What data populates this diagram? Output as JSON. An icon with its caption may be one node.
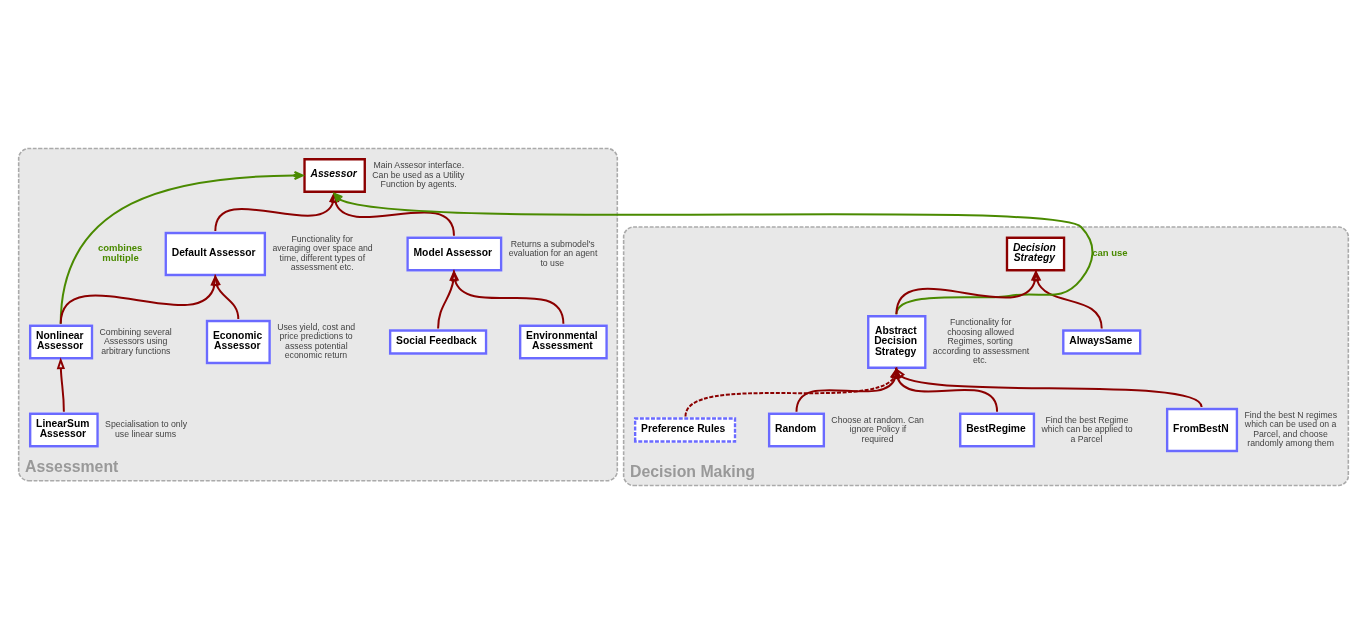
{
  "diagram": {
    "nodes": [
      {
        "text": [
          "Assessment"
        ]
      },
      {
        "text": [
          "Decision Making"
        ]
      },
      {
        "text": [
          "Assessor"
        ],
        "in": 0,
        "beside": [
          "Main Assesor interface. Can be used as a Utility Function by agents."
        ]
      },
      {
        "text": [
          "Model Assessor"
        ],
        "in": 0,
        "beside": [
          "Returns a submodel's evaluation for an agent to use"
        ]
      },
      {
        "text": [
          "Default Assessor"
        ],
        "in": 0,
        "beside": [
          "Functionality for averaging over space and time, different types of assessment etc."
        ]
      },
      {
        "text": [
          "Environmental Assessment"
        ],
        "in": 0
      },
      {
        "text": [
          "Nonlinear Assessor"
        ],
        "in": 0,
        "beside": [
          "Combining several Assessors using arbitrary functions"
        ]
      },
      {
        "text": [
          "Social Feedback"
        ],
        "in": 0
      },
      {
        "text": [
          "Economic Assessor"
        ],
        "in": 0,
        "beside": [
          "Uses yield, cost and price predictions to assess potential economic return"
        ]
      },
      {
        "text": [
          "LinearSum Assessor"
        ],
        "in": 0,
        "beside": [
          "Specialisation to only use linear sums"
        ]
      },
      {
        "text": [
          "Decision Strategy"
        ],
        "in": 1
      },
      {
        "text": [
          "AlwaysSame"
        ],
        "in": 1
      },
      {
        "text": [
          "Abstract Decision Strategy"
        ],
        "in": 1,
        "beside": [
          "Functionality for choosing allowed Regimes, sorting according to assessment etc."
        ]
      },
      {
        "text": [
          "FromBestN"
        ],
        "in": 1,
        "beside": [
          "Find the best N regimes which can be used on a Parcel, and choose randomly among them"
        ]
      },
      {
        "text": [
          "BestRegime"
        ],
        "in": 1,
        "beside": [
          "Find the best Regime which can be applied to a Parcel"
        ]
      },
      {
        "text": [
          "Random"
        ],
        "in": 1,
        "beside": [
          "Choose at random. Can ignore Policy if required"
        ]
      },
      {
        "text": [
          "Preference Rules"
        ],
        "in": 1
      }
    ],
    "edges": [
      {
        "from": 3,
        "to": 2,
        "arrow": "to"
      },
      {
        "from": 4,
        "to": 2,
        "arrow": "to"
      },
      {
        "from": 6,
        "to": 4,
        "arrow": "to"
      },
      {
        "from": 9,
        "to": 6,
        "arrow": "to"
      },
      {
        "from": 5,
        "to": 3,
        "arrow": "to"
      },
      {
        "from": 7,
        "to": 3,
        "arrow": "to"
      },
      {
        "from": 8,
        "to": 4,
        "arrow": "to"
      },
      {
        "from": 6,
        "to": 2,
        "arrow": "to",
        "label": "combines multiple",
        "color": "#4a8a00"
      },
      {
        "from": 12,
        "to": 2,
        "arrow": "to",
        "label": "can use",
        "color": "#4a8a00"
      },
      {
        "from": 11,
        "to": 10,
        "arrow": "to"
      },
      {
        "from": 12,
        "to": 10,
        "arrow": "to"
      },
      {
        "from": 13,
        "to": 12,
        "arrow": "to"
      },
      {
        "from": 14,
        "to": 12,
        "arrow": "to"
      },
      {
        "from": 15,
        "to": 12,
        "arrow": "to"
      },
      {
        "from": 16,
        "to": 12,
        "arrow": "to",
        "style": "dashed"
      }
    ]
  }
}
